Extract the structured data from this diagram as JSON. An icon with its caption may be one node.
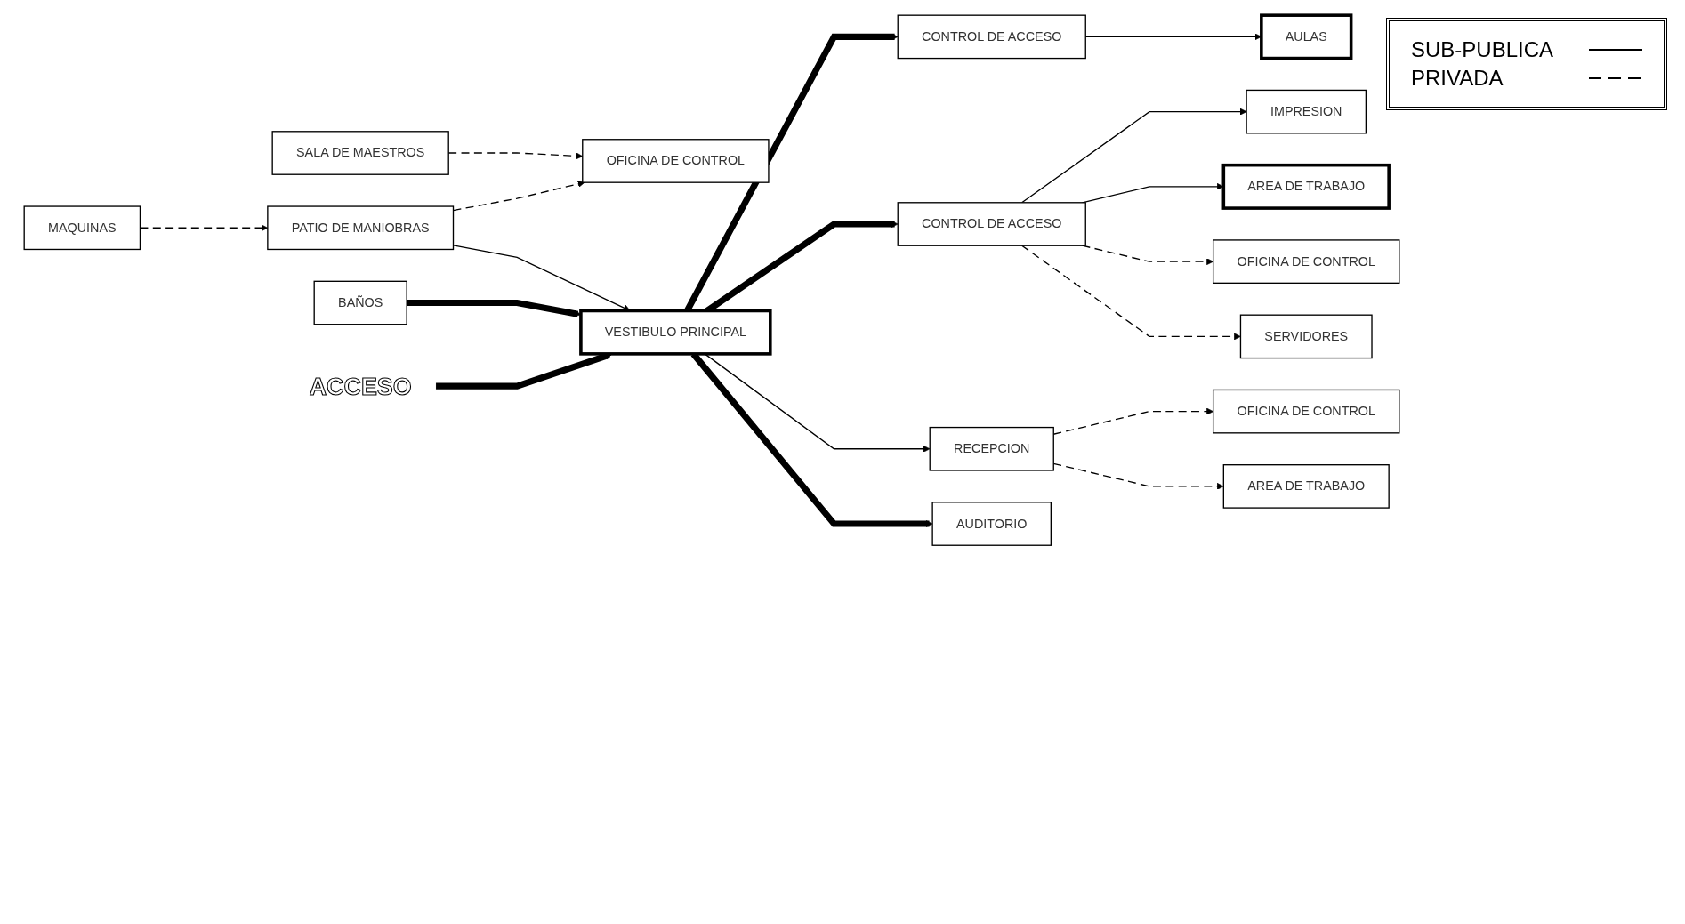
{
  "diagram": {
    "nodes": [
      {
        "text": [
          "SALA DE MAESTROS"
        ]
      },
      {
        "text": [
          "MAQUINAS"
        ]
      },
      {
        "text": [
          "OFICINA DE CONTROL"
        ]
      },
      {
        "text": [
          "PATIO DE MANIOBRAS"
        ]
      },
      {
        "text": [
          "BAÑOS"
        ]
      },
      {
        "text": [
          "IMPRESION"
        ]
      },
      {
        "text": [
          "AULAS"
        ]
      },
      {
        "text": [
          "CONTROL DE ACCESO"
        ]
      },
      {
        "text": [
          "VESTIBULO PRINCIPAL"
        ]
      },
      {
        "text": [
          "CONTROL DE ACCESO"
        ]
      },
      {
        "text": [
          "AREA DE TRABAJO"
        ]
      },
      {
        "text": [
          "RECEPCION"
        ]
      },
      {
        "text": [
          "SERVIDORES"
        ]
      },
      {
        "text": [
          "AUDITORIO"
        ]
      },
      {
        "text": [
          "OFICINA DE CONTROL"
        ]
      },
      {
        "text": [
          "OFICINA DE CONTROL"
        ]
      },
      {
        "text": [
          "AREA DE TRABAJO"
        ]
      },
      {
        "text": [
          "ACCESO"
        ]
      }
    ],
    "edges": [
      {
        "from": 0,
        "to": 2,
        "arrow": "to",
        "style": "dashed"
      },
      {
        "from": 1,
        "to": 3,
        "arrow": "to",
        "style": "dashed"
      },
      {
        "from": 3,
        "to": 2,
        "arrow": "to",
        "style": "dashed"
      },
      {
        "from": 3,
        "to": 8,
        "arrow": "to"
      },
      {
        "from": 4,
        "to": 8,
        "arrow": "to",
        "style": "thick"
      },
      {
        "from": 8,
        "to": 7,
        "arrow": "to",
        "style": "thick"
      },
      {
        "from": 7,
        "to": 6,
        "arrow": "to"
      },
      {
        "from": 8,
        "to": 9,
        "arrow": "to",
        "style": "thick"
      },
      {
        "from": 9,
        "to": 5,
        "arrow": "to"
      },
      {
        "from": 9,
        "to": 10,
        "arrow": "to"
      },
      {
        "from": 8,
        "to": 11,
        "arrow": "to"
      },
      {
        "from": 8,
        "to": 13,
        "arrow": "to",
        "style": "thick"
      },
      {
        "from": 17,
        "to": 8,
        "arrow": "to",
        "style": "thick"
      },
      {
        "from": 9,
        "to": 14,
        "arrow": "to",
        "style": "dashed"
      },
      {
        "from": 9,
        "to": 12,
        "arrow": "to",
        "style": "dashed"
      },
      {
        "from": 11,
        "to": 15,
        "arrow": "to",
        "style": "dashed"
      },
      {
        "from": 11,
        "to": 16,
        "arrow": "to",
        "style": "dashed"
      }
    ],
    "legend": [
      {
        "text": "SUB-PUBLICA"
      },
      {
        "text": "PRIVADA"
      }
    ]
  }
}
